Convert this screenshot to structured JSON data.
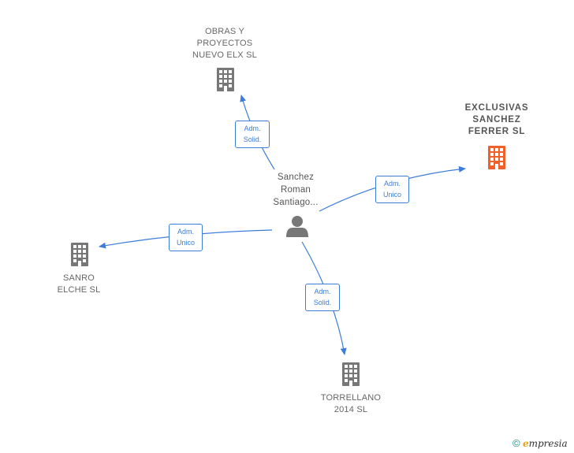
{
  "nodes": {
    "center": {
      "name": "Sanchez Roman Santiago..."
    },
    "obras": {
      "line1": "OBRAS Y",
      "line2": "PROYECTOS",
      "line3": "NUEVO ELX SL"
    },
    "exclusivas": {
      "line1": "EXCLUSIVAS",
      "line2": "SANCHEZ",
      "line3": "FERRER SL"
    },
    "sanro": {
      "line1": "SANRO",
      "line2": "ELCHE SL"
    },
    "torrellano": {
      "line1": "TORRELLANO",
      "line2": "2014 SL"
    }
  },
  "edges": {
    "obras": {
      "line1": "Adm.",
      "line2": "Solid."
    },
    "exclusivas": {
      "line1": "Adm.",
      "line2": "Unico"
    },
    "sanro": {
      "line1": "Adm.",
      "line2": "Unico"
    },
    "torrellano": {
      "line1": "Adm.",
      "line2": "Solid."
    }
  },
  "colors": {
    "edge": "#3b7dd8",
    "building": "#777777",
    "building_highlight": "#f0602a",
    "person": "#777777"
  },
  "footer": {
    "copyright": "©",
    "brand_initial": "e",
    "brand_rest": "mpresia"
  }
}
